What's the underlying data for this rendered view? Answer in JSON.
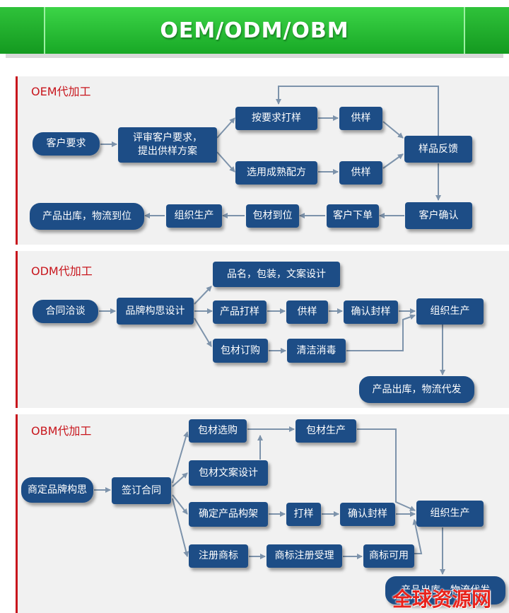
{
  "banner": {
    "title": "OEM/ODM/OBM"
  },
  "sections": {
    "oem": {
      "label": "OEM代加工",
      "customer_request": "客户要求",
      "review": "评审客户要求，\n提出供样方案",
      "sample_by_req": "按要求打样",
      "supply_1": "供样",
      "use_formula": "选用成熟配方",
      "supply_2": "供样",
      "feedback": "样品反馈",
      "confirm": "客户确认",
      "order": "客户下单",
      "packaging_ready": "包材到位",
      "produce": "组织生产",
      "ship": "产品出库，物流到位"
    },
    "odm": {
      "label": "ODM代加工",
      "negotiate": "合同洽谈",
      "brand_design": "品牌构思设计",
      "name_design": "品名，包装，文案设计",
      "sample": "产品打样",
      "supply": "供样",
      "confirm_seal": "确认封样",
      "produce": "组织生产",
      "packaging_buy": "包材订购",
      "clean": "清洁消毒",
      "ship": "产品出库，物流代发"
    },
    "obm": {
      "label": "OBM代加工",
      "brand_plan": "商定品牌构思",
      "contract": "签订合同",
      "packaging_select": "包材选购",
      "packaging_produce": "包材生产",
      "packaging_copy": "包材文案设计",
      "structure": "确定产品构架",
      "sample": "打样",
      "confirm_seal": "确认封样",
      "produce": "组织生产",
      "trademark": "注册商标",
      "tm_accept": "商标注册受理",
      "tm_usable": "商标可用",
      "ship": "产品出库，物流代发"
    }
  },
  "watermark": "全球资源网",
  "colors": {
    "box": "#1d4d86",
    "arrow": "#7d93ab",
    "label": "#c8161d",
    "banner": "#22b02e"
  }
}
